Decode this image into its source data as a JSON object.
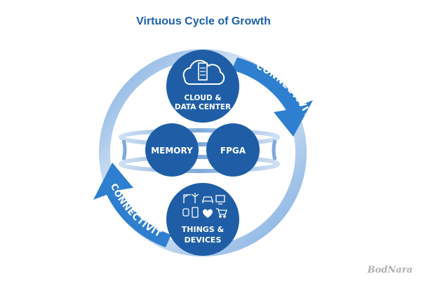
{
  "title": "Virtuous Cycle of Growth",
  "nodes": {
    "cloud": {
      "line1": "CLOUD &",
      "line2": "DATA CENTER",
      "icon": "cloud-server-icon"
    },
    "memory": {
      "label": "MEMORY"
    },
    "fpga": {
      "label": "FPGA"
    },
    "things": {
      "line1": "THINGS &",
      "line2": "DEVICES",
      "icon": "device-icons"
    }
  },
  "arcs": {
    "right": "CONNECTIVITY",
    "left": "CONNECTIVITY"
  },
  "watermark": "BodNara",
  "colors": {
    "title": "#1c5fa8",
    "node": "#1f5ea6",
    "ring_light": "#dde8f5",
    "ring_mid": "#8fb5e0",
    "arrow": "#2f7fd0"
  }
}
